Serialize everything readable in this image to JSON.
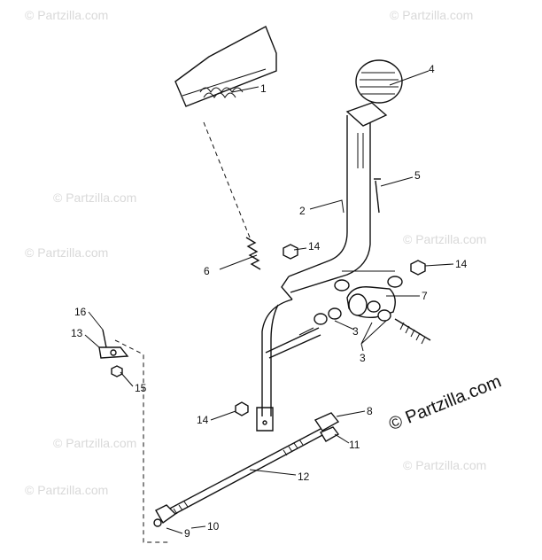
{
  "watermark": {
    "text": "© Partzilla.com"
  },
  "copyright": "© Partzilla.com",
  "callouts": [
    {
      "label": "1"
    },
    {
      "label": "2"
    },
    {
      "label": "3"
    },
    {
      "label": "3"
    },
    {
      "label": "4"
    },
    {
      "label": "5"
    },
    {
      "label": "6"
    },
    {
      "label": "7"
    },
    {
      "label": "8"
    },
    {
      "label": "9"
    },
    {
      "label": "10"
    },
    {
      "label": "11"
    },
    {
      "label": "12"
    },
    {
      "label": "13"
    },
    {
      "label": "14"
    },
    {
      "label": "14"
    },
    {
      "label": "14"
    },
    {
      "label": "15"
    },
    {
      "label": "16"
    }
  ]
}
